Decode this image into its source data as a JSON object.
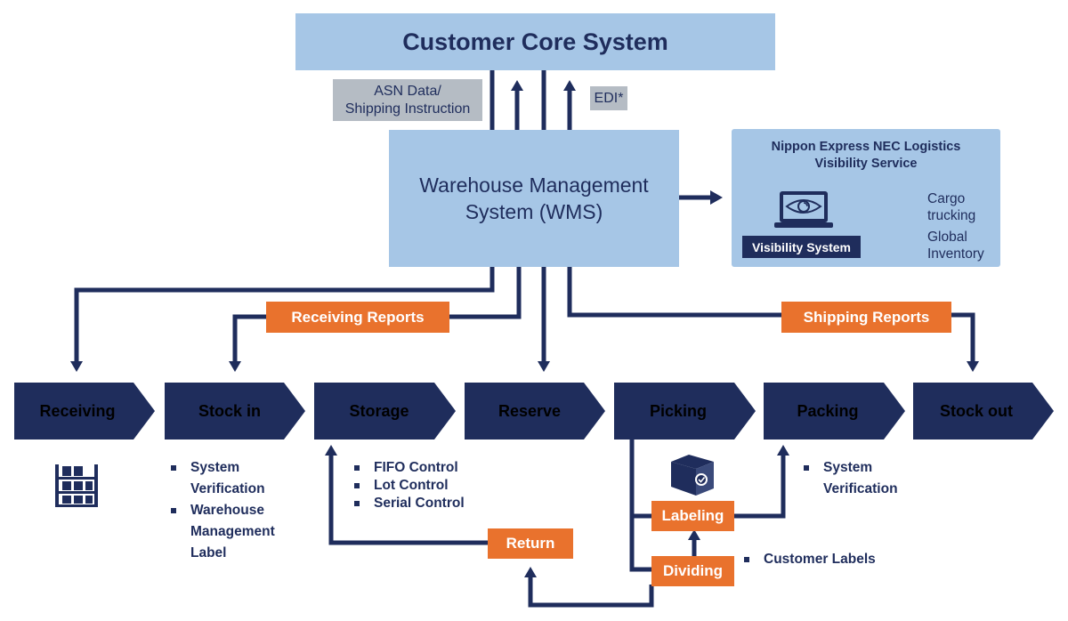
{
  "core_system": {
    "label": "Customer Core System"
  },
  "wms": {
    "line1": "Warehouse Management",
    "line2": "System (WMS)"
  },
  "data_tags": {
    "asn_line1": "ASN Data/",
    "asn_line2": "Shipping Instruction",
    "edi": "EDI*"
  },
  "visibility_service": {
    "title_line1": "Nippon Express NEC Logistics",
    "title_line2": "Visibility Service",
    "system_label": "Visibility System",
    "output1_line1": "Cargo",
    "output1_line2": "trucking",
    "output2_line1": "Global",
    "output2_line2": "Inventory",
    "icon": "laptop-eye-icon"
  },
  "reports": {
    "receiving": "Receiving Reports",
    "shipping": "Shipping Reports"
  },
  "process_steps": [
    "Receiving",
    "Stock in",
    "Storage",
    "Reserve",
    "Picking",
    "Packing",
    "Stock out"
  ],
  "sub_steps": {
    "labeling": "Labeling",
    "dividing": "Dividing",
    "return": "Return"
  },
  "notes": {
    "stock_in": [
      "System Verification",
      "Warehouse Management Label"
    ],
    "storage": [
      "FIFO Control",
      "Lot Control",
      "Serial Control"
    ],
    "packing": [
      "System Verification"
    ],
    "dividing": [
      "Customer Labels"
    ]
  },
  "icons": {
    "receiving": "warehouse-shelf-icon",
    "picking": "box-check-icon"
  },
  "colors": {
    "navy": "#1f2d5c",
    "light_blue": "#a6c6e6",
    "orange": "#e9722d",
    "gray": "#b5bcc4"
  }
}
